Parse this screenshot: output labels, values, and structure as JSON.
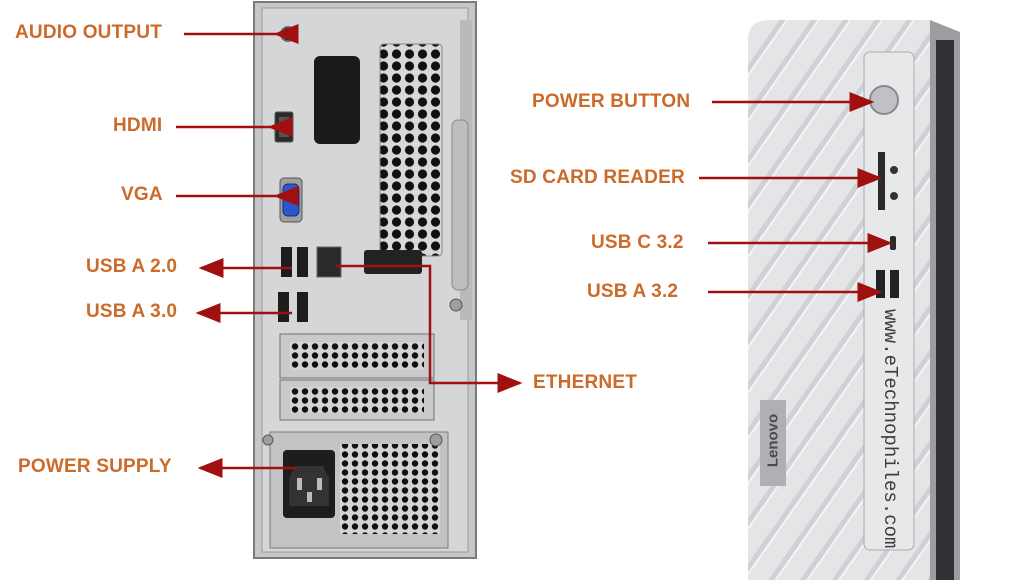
{
  "labels": {
    "audio_output": "AUDIO OUTPUT",
    "hdmi": "HDMI",
    "vga": "VGA",
    "usb_a_20": "USB A 2.0",
    "usb_a_30": "USB A 3.0",
    "power_supply": "POWER SUPPLY",
    "ethernet": "ETHERNET",
    "power_button": "POWER BUTTON",
    "sd_card_reader": "SD CARD READER",
    "usb_c_32": "USB C 3.2",
    "usb_a_32": "USB A 3.2"
  },
  "brand_logo": "Lenovo",
  "watermark": "www.eTechnophiles.com",
  "colors": {
    "label": "#cc6a2a",
    "arrow": "#a01010",
    "chassis": "#c9cacc",
    "front_panel": "#e2e4e6"
  }
}
